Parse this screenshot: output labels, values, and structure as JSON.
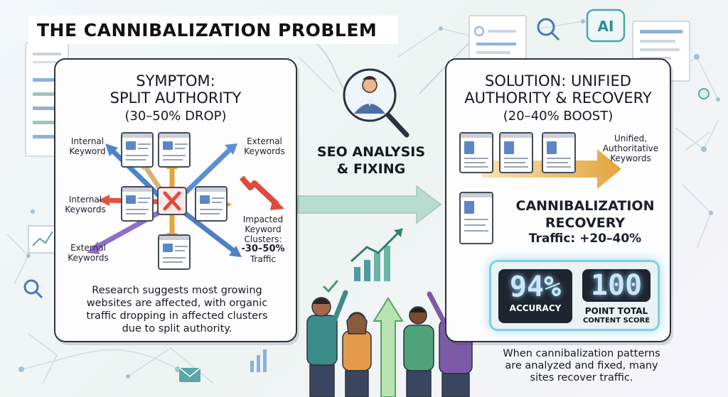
{
  "title": "THE CANNIBALIZATION PROBLEM",
  "symptom": {
    "title_line1": "SYMPTOM:",
    "title_line2": "SPLIT AUTHORITY",
    "subtitle": "(30–50% DROP)",
    "labels": {
      "internal_top": [
        "Internal",
        "Keyword"
      ],
      "external_top": [
        "External",
        "Keywords"
      ],
      "internal_mid": [
        "Internal",
        "Keywords"
      ],
      "external_bottom": [
        "External",
        "Keywords"
      ],
      "impacted": [
        "Impacted",
        "Keyword",
        "Clusters:"
      ],
      "impacted_value": "-30–50%",
      "impacted_unit": "Traffic"
    },
    "research": [
      "Research suggests most growing",
      "websites are affected, with organic",
      "traffic dropping in affected clusters",
      "due to split authority."
    ]
  },
  "middle": {
    "line1": "SEO ANALYSIS",
    "line2": "& FIXING"
  },
  "solution": {
    "title_line1": "SOLUTION: UNIFIED",
    "title_line2": "AUTHORITY & RECOVERY",
    "subtitle": "(20–40% BOOST)",
    "unified_label": [
      "Unified,",
      "Authoritative",
      "Keywords"
    ],
    "recovery_line1": "CANNIBALIZATION",
    "recovery_line2": "RECOVERY",
    "traffic": "Traffic: +20–40%",
    "accuracy_value": "94%",
    "accuracy_label": "ACCURACY",
    "points_value": "100",
    "points_label": "POINT TOTAL",
    "content_label": "CONTENT SCORE"
  },
  "ai_badge": "AI",
  "caption": [
    "When cannibalization patterns",
    "are analyzed and fixed, many",
    "sites recover traffic."
  ],
  "colors": {
    "accent_blue": "#3f6fb7",
    "arrow_green": "#a9cfc0",
    "warning_red": "#e04a3a",
    "glow_cyan": "#7fcfe0",
    "person_teal": "#3a8c8a",
    "person_purple": "#7d5aa6",
    "person_orange": "#e39a4a"
  }
}
